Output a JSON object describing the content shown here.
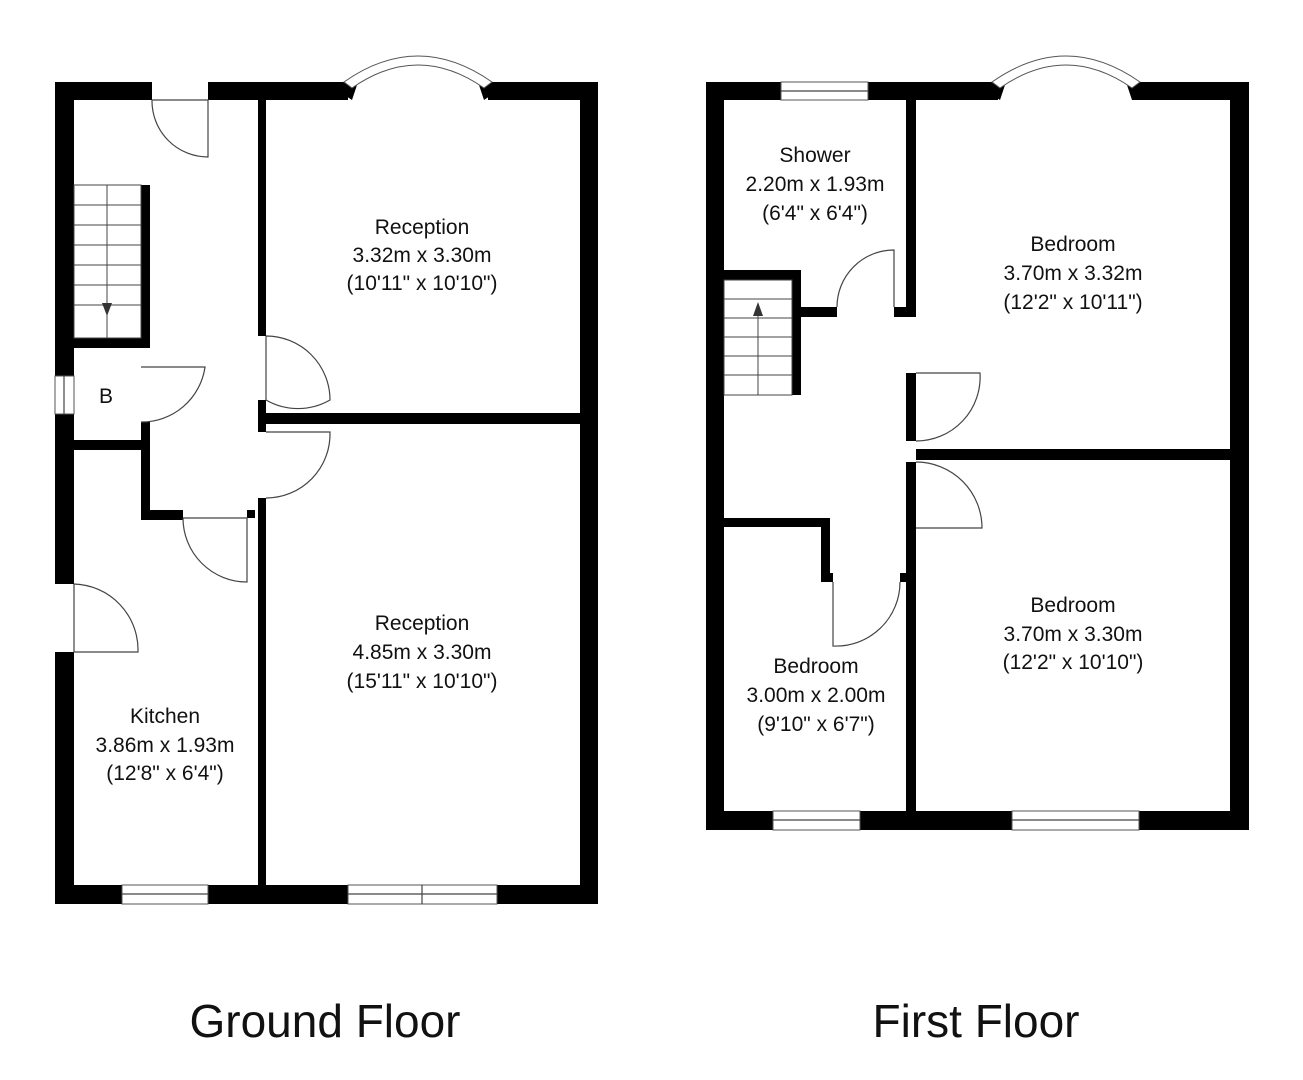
{
  "plans": [
    {
      "name": "ground-floor",
      "title": "Ground Floor",
      "rooms": [
        {
          "id": "reception-front",
          "name": "Reception",
          "metric": "3.32m x 3.30m",
          "imperial": "(10'11\" x 10'10\")"
        },
        {
          "id": "reception-rear",
          "name": "Reception",
          "metric": "4.85m x 3.30m",
          "imperial": "(15'11\" x 10'10\")"
        },
        {
          "id": "kitchen",
          "name": "Kitchen",
          "metric": "3.86m x 1.93m",
          "imperial": "(12'8\" x 6'4\")"
        },
        {
          "id": "boiler",
          "name": "B",
          "metric": "",
          "imperial": ""
        }
      ]
    },
    {
      "name": "first-floor",
      "title": "First Floor",
      "rooms": [
        {
          "id": "shower",
          "name": "Shower",
          "metric": "2.20m x 1.93m",
          "imperial": "(6'4\" x 6'4\")"
        },
        {
          "id": "bedroom-front",
          "name": "Bedroom",
          "metric": "3.70m x 3.32m",
          "imperial": "(12'2\" x 10'11\")"
        },
        {
          "id": "bedroom-rear",
          "name": "Bedroom",
          "metric": "3.70m x 3.30m",
          "imperial": "(12'2\" x 10'10\")"
        },
        {
          "id": "bedroom-small",
          "name": "Bedroom",
          "metric": "3.00m x 2.00m",
          "imperial": "(9'10\" x 6'7\")"
        }
      ]
    }
  ]
}
